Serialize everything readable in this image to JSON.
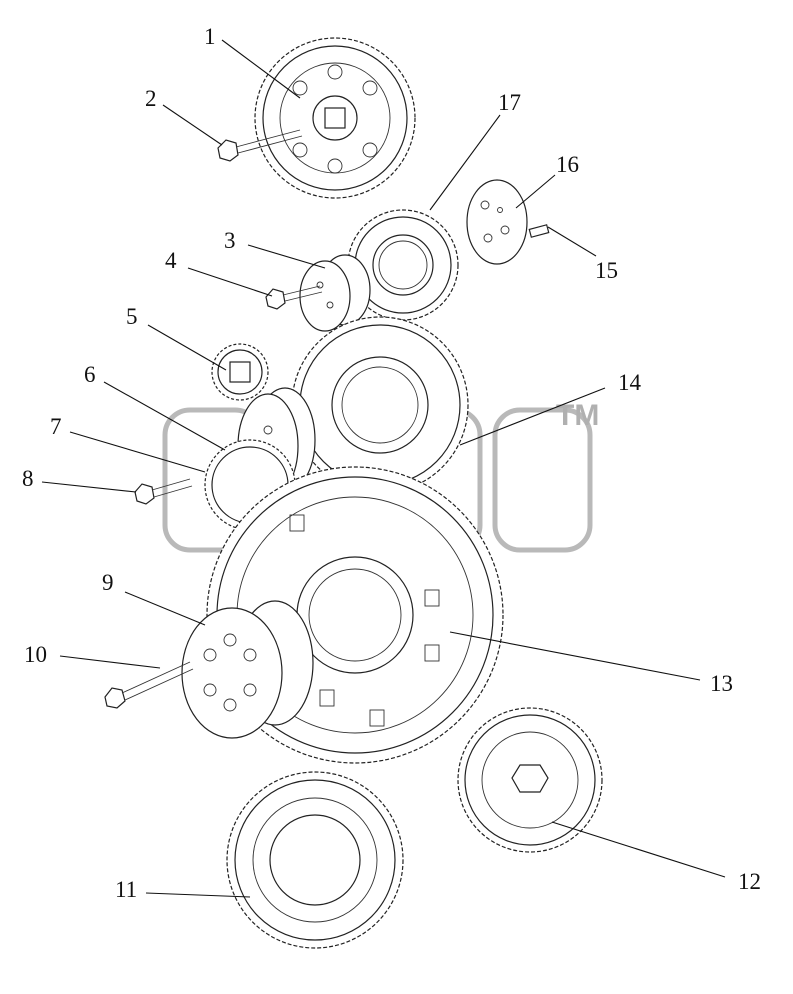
{
  "diagram": {
    "labels": [
      {
        "id": "1",
        "text": "1"
      },
      {
        "id": "2",
        "text": "2"
      },
      {
        "id": "3",
        "text": "3"
      },
      {
        "id": "4",
        "text": "4"
      },
      {
        "id": "5",
        "text": "5"
      },
      {
        "id": "6",
        "text": "6"
      },
      {
        "id": "7",
        "text": "7"
      },
      {
        "id": "8",
        "text": "8"
      },
      {
        "id": "9",
        "text": "9"
      },
      {
        "id": "10",
        "text": "10"
      },
      {
        "id": "11",
        "text": "11"
      },
      {
        "id": "12",
        "text": "12"
      },
      {
        "id": "13",
        "text": "13"
      },
      {
        "id": "14",
        "text": "14"
      },
      {
        "id": "15",
        "text": "15"
      },
      {
        "id": "16",
        "text": "16"
      },
      {
        "id": "17",
        "text": "17"
      }
    ],
    "watermark": {
      "mark": "TM"
    }
  }
}
